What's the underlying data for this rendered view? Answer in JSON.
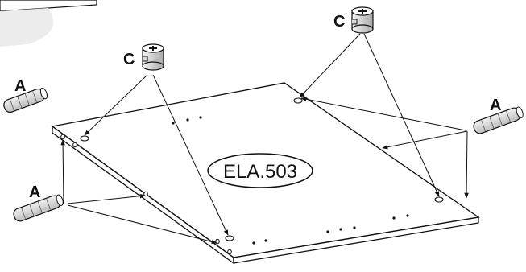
{
  "part_code": "ELA.503",
  "labels": {
    "dowel": "A",
    "cam_lock": "C"
  },
  "colors": {
    "line": "#111111",
    "panel_top": "#ffffff",
    "panel_edge": "#f4f4f4",
    "shadow": "#ececec"
  },
  "icons": {
    "dowel": "wooden-dowel-icon",
    "cam_lock": "cam-lock-fitting-icon"
  }
}
